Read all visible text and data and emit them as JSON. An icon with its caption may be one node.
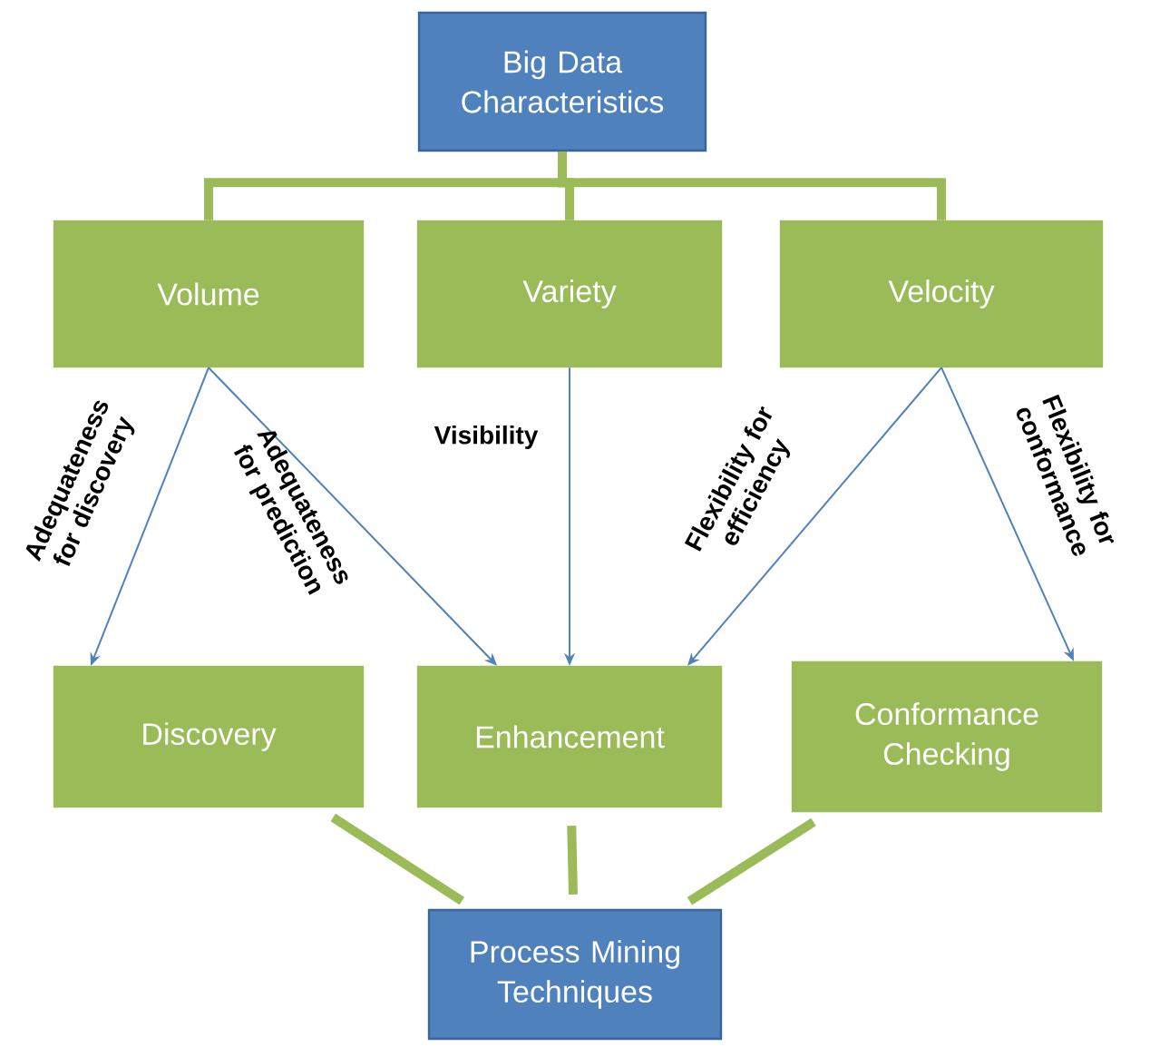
{
  "diagram": {
    "nodes": [
      {
        "text": [
          "Big Data Characteristics"
        ]
      },
      {
        "text": [
          "Volume"
        ]
      },
      {
        "text": [
          "Variety"
        ]
      },
      {
        "text": [
          "Velocity"
        ]
      },
      {
        "text": [
          "Discovery"
        ]
      },
      {
        "text": [
          "Enhancement"
        ]
      },
      {
        "text": [
          "Conformance Checking"
        ]
      },
      {
        "text": [
          "Process Mining Techniques"
        ]
      }
    ],
    "edges": [
      {
        "from": 0,
        "to": 1,
        "arrow": "none"
      },
      {
        "from": 0,
        "to": 2,
        "arrow": "none"
      },
      {
        "from": 0,
        "to": 3,
        "arrow": "none"
      },
      {
        "from": 1,
        "to": 4,
        "arrow": "to",
        "label": "Adequateness for discovery",
        "color": "#4f81bd"
      },
      {
        "from": 1,
        "to": 5,
        "arrow": "to",
        "label": "Adequateness for prediction",
        "color": "#4f81bd"
      },
      {
        "from": 2,
        "to": 5,
        "arrow": "to",
        "label": "Visibility",
        "color": "#4f81bd"
      },
      {
        "from": 3,
        "to": 5,
        "arrow": "to",
        "label": "Flexibility for efficiency",
        "color": "#4f81bd"
      },
      {
        "from": 3,
        "to": 6,
        "arrow": "to",
        "label": "Flexibility for conformance",
        "color": "#4f81bd"
      },
      {
        "from": 4,
        "to": 7,
        "arrow": "none"
      },
      {
        "from": 5,
        "to": 7,
        "arrow": "none"
      },
      {
        "from": 6,
        "to": 7,
        "arrow": "none"
      }
    ]
  }
}
